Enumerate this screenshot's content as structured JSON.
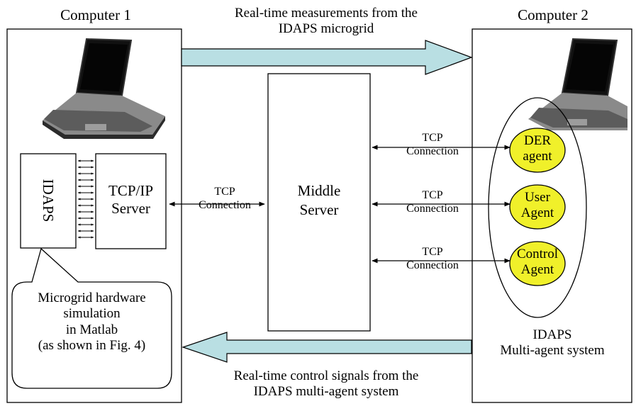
{
  "computer1": {
    "title": "Computer 1",
    "idaps_label": "IDAPS",
    "server_label": "TCP/IP\nServer",
    "callout_text": "Microgrid hardware\nsimulation\nin Matlab\n(as shown in Fig. 4)"
  },
  "computer2": {
    "title": "Computer 2",
    "mas_label": "IDAPS\nMulti-agent system",
    "agents": [
      {
        "label": "DER\nagent"
      },
      {
        "label": "User\nAgent"
      },
      {
        "label": "Control\nAgent"
      }
    ]
  },
  "middle_server": {
    "label": "Middle\nServer"
  },
  "connections": {
    "left": "TCP\nConnection",
    "agent_links": [
      "TCP\nConnection",
      "TCP\nConnection",
      "TCP\nConnection"
    ]
  },
  "top_arrow": {
    "label": "Real-time measurements from the\nIDAPS microgrid"
  },
  "bottom_arrow": {
    "label": "Real-time control signals from the\nIDAPS multi-agent system"
  },
  "colors": {
    "flow_arrow_fill": "#b9dfe3",
    "agent_fill": "#f0f02a",
    "laptop_body": "#2a2a2a",
    "laptop_screen": "#050505",
    "laptop_keyboard": "#7a7a7a"
  },
  "icons": {
    "laptop": "laptop-icon"
  }
}
